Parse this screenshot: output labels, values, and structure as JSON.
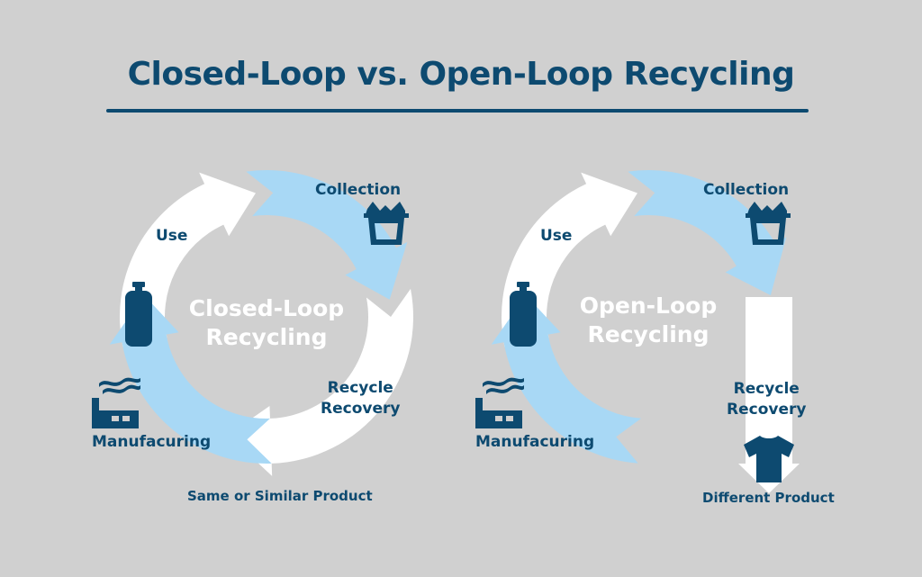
{
  "title": "Closed-Loop vs. Open-Loop Recycling",
  "colors": {
    "background": "#d0d0d0",
    "navy": "#0d4a70",
    "light_blue": "#a8d8f5",
    "white": "#ffffff"
  },
  "closed_loop": {
    "center_line1": "Closed-Loop",
    "center_line2": "Recycling",
    "stages": {
      "use": "Use",
      "collection": "Collection",
      "recycle_line1": "Recycle",
      "recycle_line2": "Recovery",
      "manufacturing": "Manufacuring"
    },
    "output": "Same or Similar Product",
    "icons": [
      "bottle-icon",
      "collection-bin-icon",
      "factory-icon"
    ]
  },
  "open_loop": {
    "center_line1": "Open-Loop",
    "center_line2": "Recycling",
    "stages": {
      "use": "Use",
      "collection": "Collection",
      "recycle_line1": "Recycle",
      "recycle_line2": "Recovery",
      "manufacturing": "Manufacuring"
    },
    "output": "Different Product",
    "icons": [
      "bottle-icon",
      "collection-bin-icon",
      "factory-icon",
      "tshirt-icon"
    ]
  }
}
